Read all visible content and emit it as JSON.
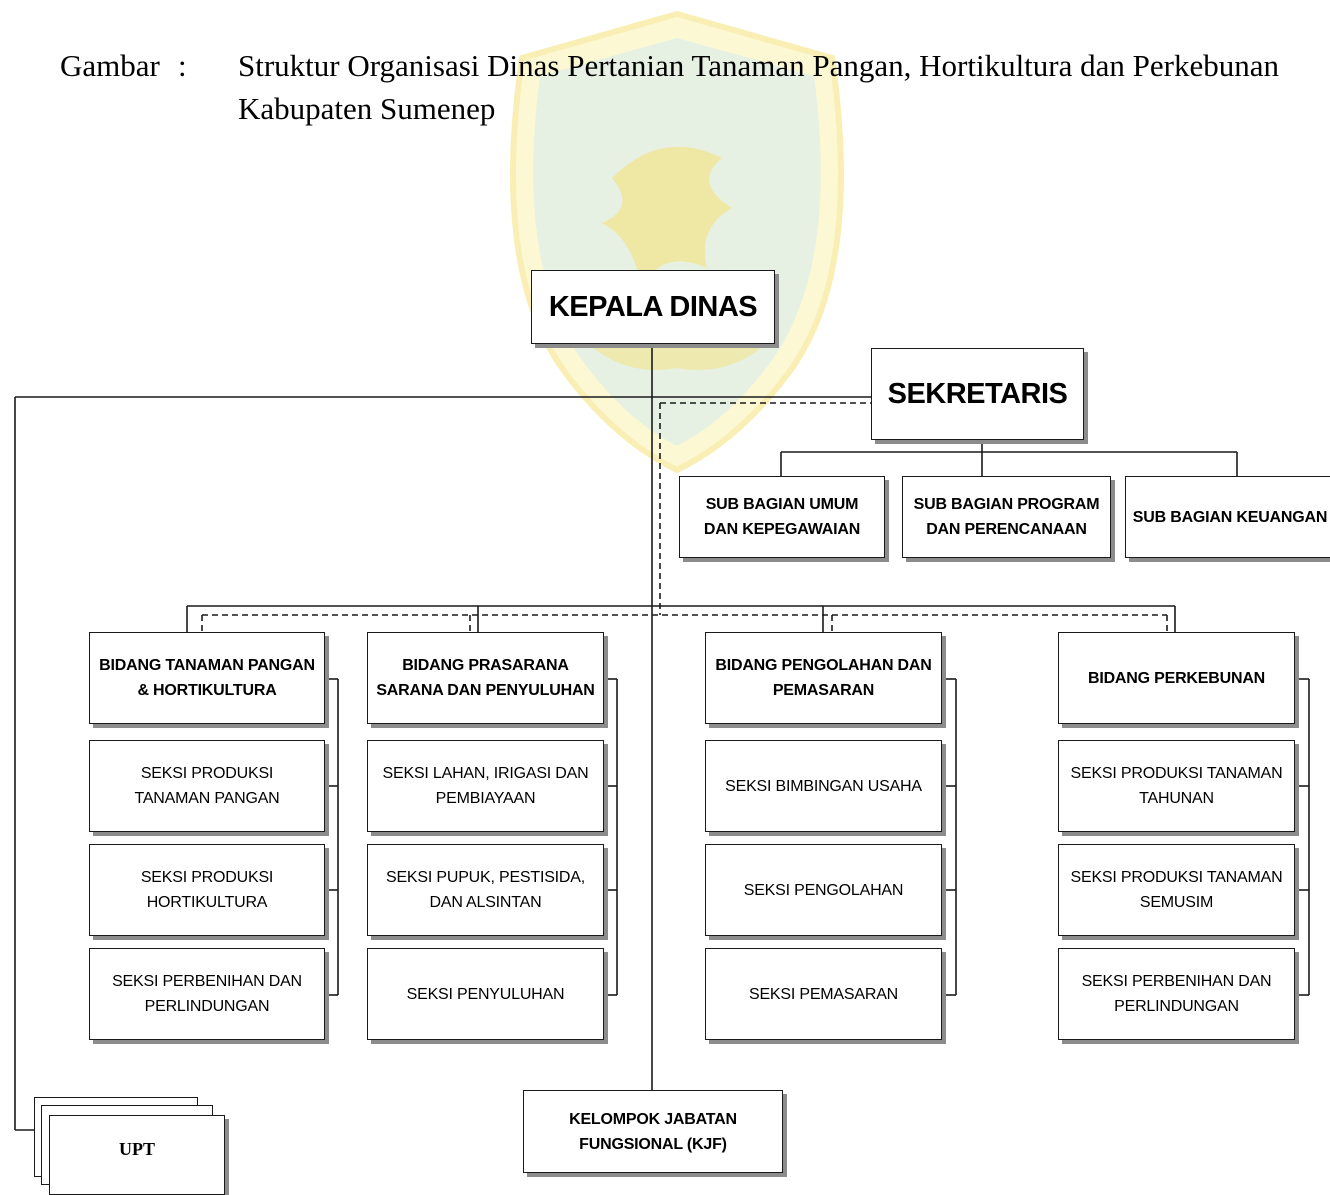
{
  "caption": {
    "label": "Gambar",
    "colon": ":",
    "title": "Struktur Organisasi Dinas Pertanian Tanaman Pangan, Hortikultura dan Perkebunan Kabupaten Sumenep"
  },
  "org": {
    "kepala": "KEPALA DINAS",
    "sekretaris": "SEKRETARIS",
    "sub_bagian": [
      "SUB BAGIAN UMUM\nDAN KEPEGAWAIAN",
      "SUB BAGIAN PROGRAM\nDAN PERENCANAAN",
      "SUB BAGIAN KEUANGAN"
    ],
    "bidang": [
      {
        "name": "BIDANG TANAMAN PANGAN\n& HORTIKULTURA",
        "seksi": [
          "SEKSI PRODUKSI\nTANAMAN PANGAN",
          "SEKSI PRODUKSI\nHORTIKULTURA",
          "SEKSI PERBENIHAN DAN\nPERLINDUNGAN"
        ]
      },
      {
        "name": "BIDANG PRASARANA\nSARANA DAN PENYULUHAN",
        "seksi": [
          "SEKSI LAHAN, IRIGASI DAN\nPEMBIAYAAN",
          "SEKSI PUPUK, PESTISIDA,\nDAN ALSINTAN",
          "SEKSI  PENYULUHAN"
        ]
      },
      {
        "name": "BIDANG PENGOLAHAN DAN\nPEMASARAN",
        "seksi": [
          "SEKSI BIMBINGAN USAHA",
          "SEKSI PENGOLAHAN",
          "SEKSI PEMASARAN"
        ]
      },
      {
        "name": "BIDANG PERKEBUNAN",
        "seksi": [
          "SEKSI PRODUKSI TANAMAN\nTAHUNAN",
          "SEKSI PRODUKSI TANAMAN\nSEMUSIM",
          "SEKSI PERBENIHAN DAN\nPERLINDUNGAN"
        ]
      }
    ],
    "kjf": "KELOMPOK JABATAN\nFUNGSIONAL (KJF)",
    "upt": "UPT"
  },
  "colors": {
    "watermark_fill": "#fbf3b0",
    "watermark_accent": "#f5e27a",
    "watermark_blue": "#cfe9f7",
    "line": "#1a1a1a",
    "shadow": "#8c8c8c"
  },
  "icons": {
    "watermark": "regency-crest-watermark"
  }
}
